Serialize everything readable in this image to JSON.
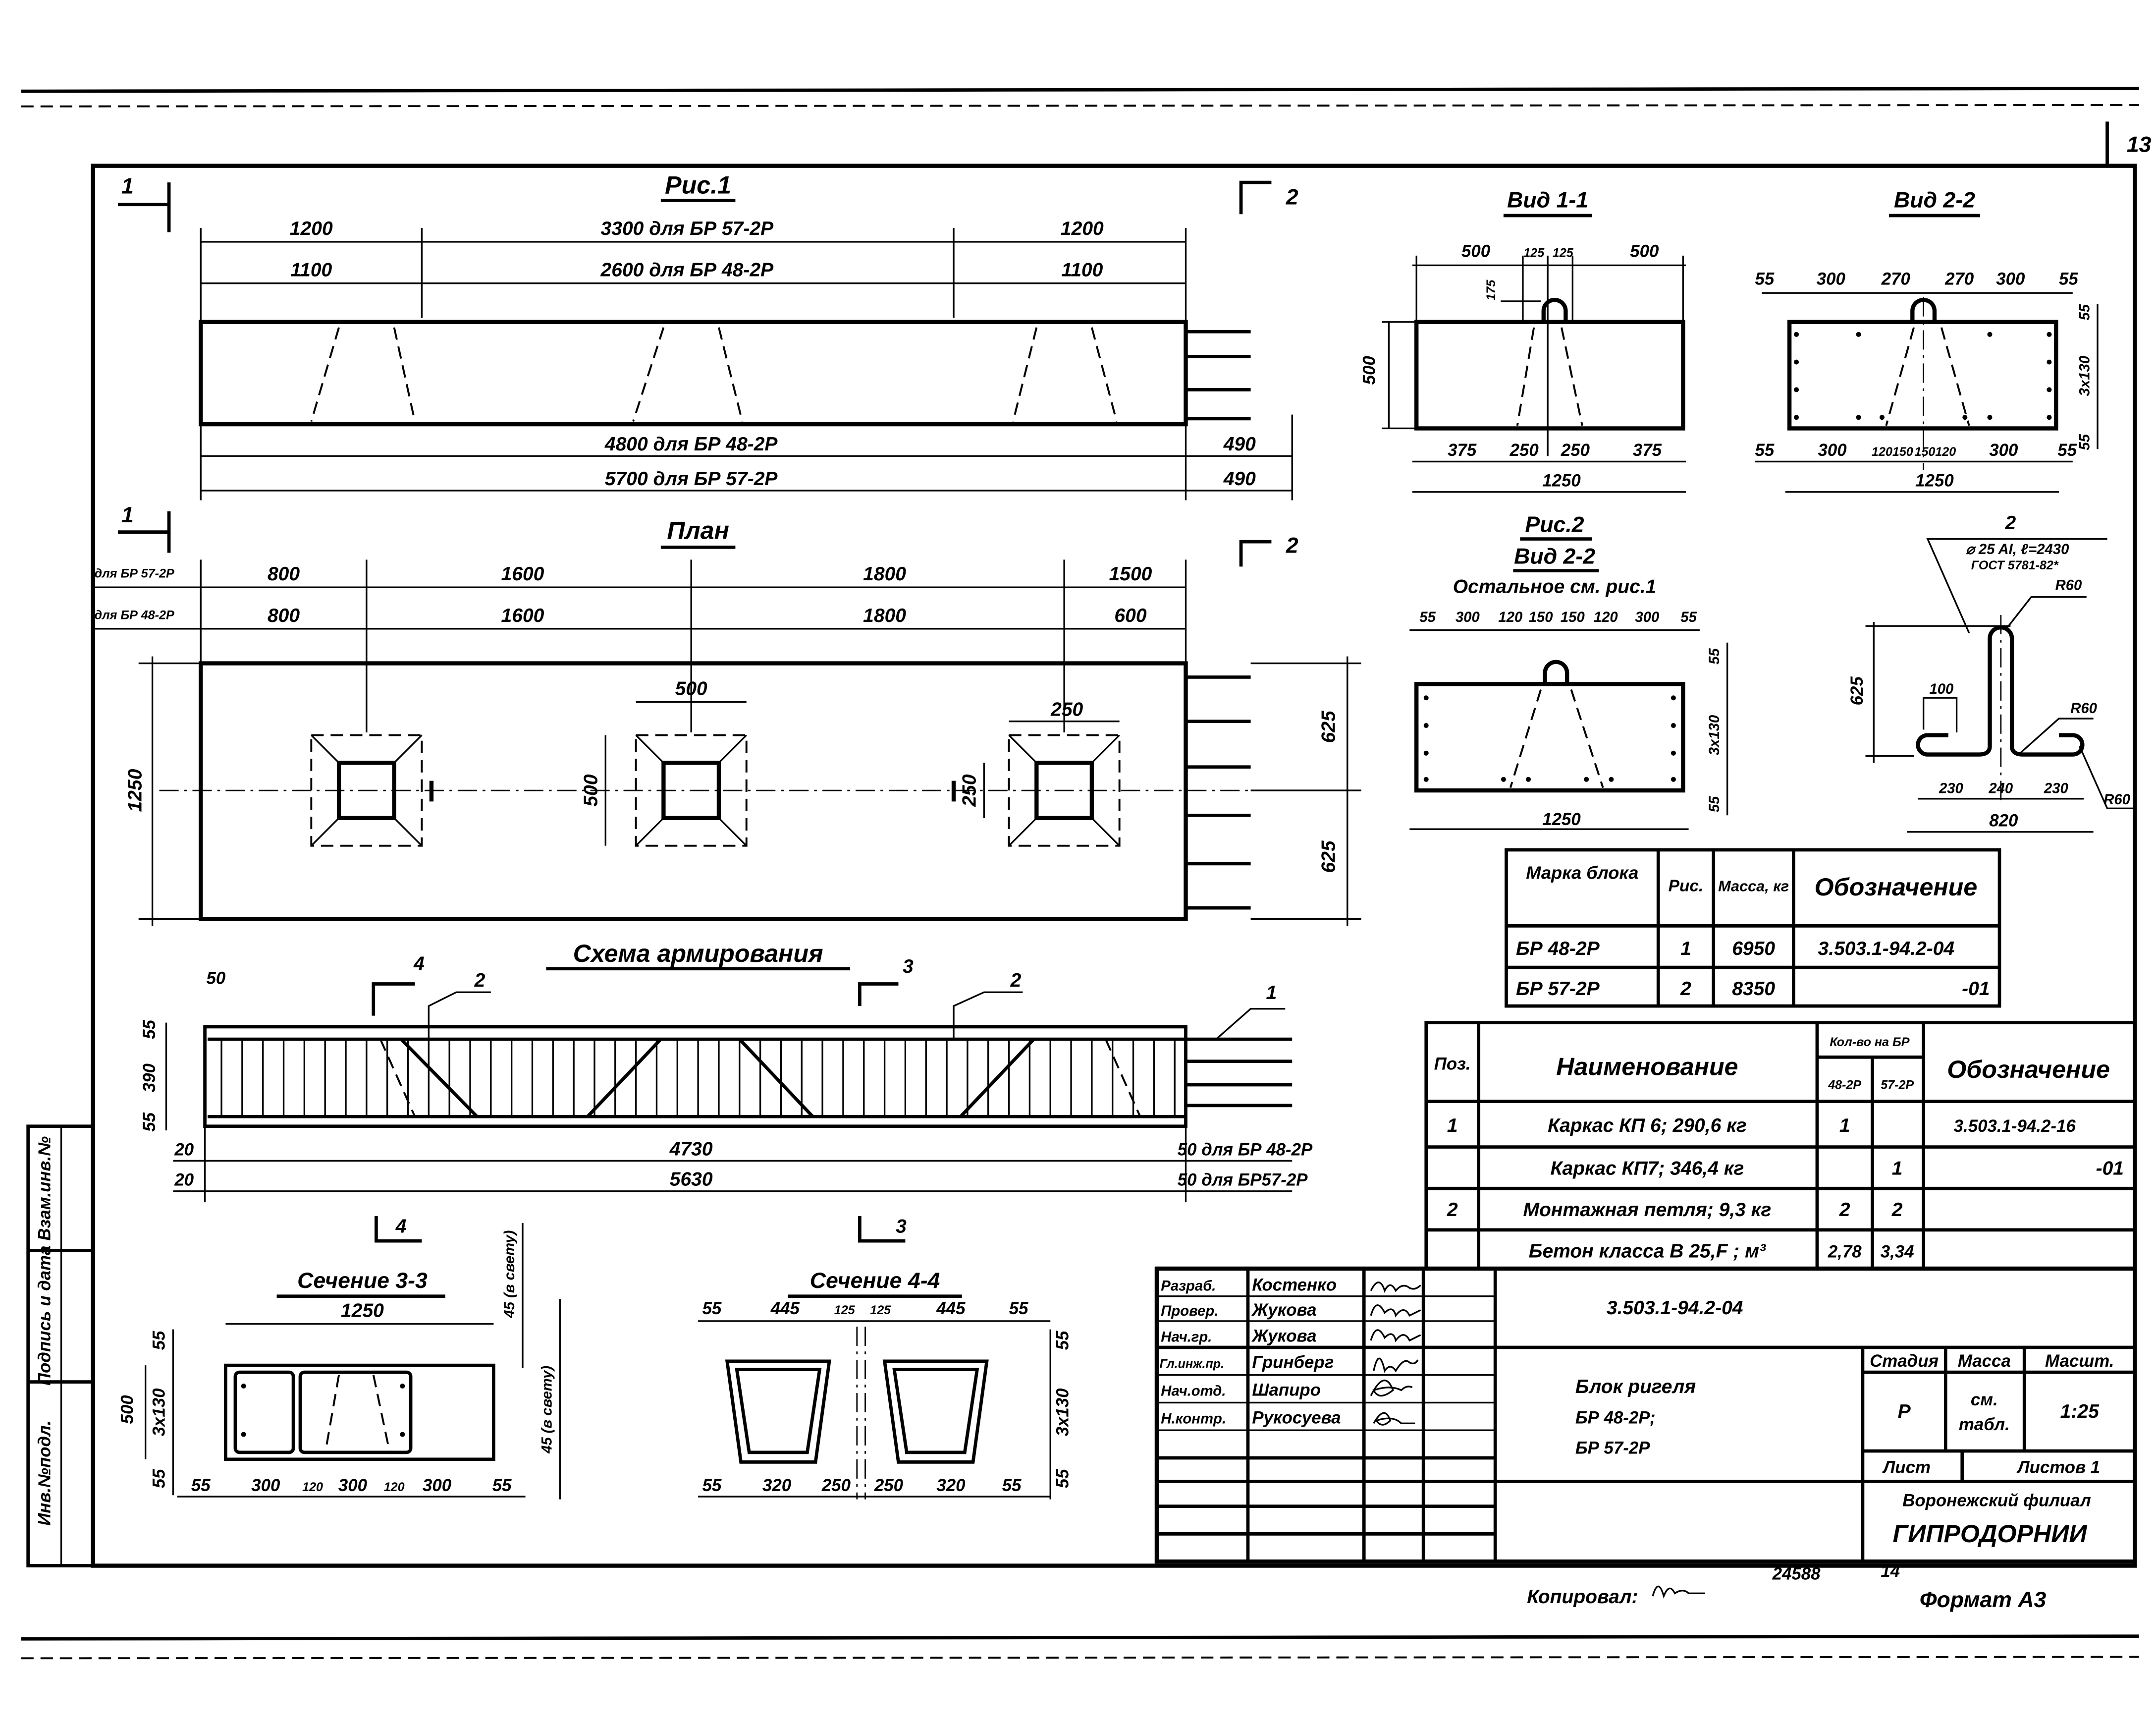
{
  "sheet_number": "13",
  "side_stamp": {
    "vzam": "Взам.инв.№",
    "podpis": "Подпись и дата",
    "inv_podl": "Инв.№подл."
  },
  "fig1": {
    "title": "Рис.1",
    "dims_57": [
      "1200",
      "3300 для БР 57-2Р",
      "1200"
    ],
    "dims_48": [
      "1100",
      "2600 для БР 48-2Р",
      "1100"
    ],
    "len_48": "4800 для БР 48-2Р",
    "len_57": "5700 для БР 57-2Р",
    "outlet": "490",
    "section_1": "1",
    "section_2": "2"
  },
  "plan": {
    "title": "План",
    "row57_label": "для БР 57-2Р",
    "row57": [
      "800",
      "1600",
      "1800",
      "1500"
    ],
    "row48_label": "для БР 48-2Р",
    "row48": [
      "800",
      "1600",
      "1800",
      "600"
    ],
    "width": "1250",
    "half": "625",
    "socket": "500",
    "socket_small": "250"
  },
  "reinf": {
    "title": "Схема армирования",
    "left_dims": [
      "55",
      "390",
      "55"
    ],
    "top_offset": "50",
    "marks": {
      "s4": "4",
      "s3": "3",
      "p2": "2",
      "p1": "1"
    },
    "row48": [
      "20",
      "4730",
      "50 для БР 48-2Р"
    ],
    "row57": [
      "20",
      "5630",
      "50 для БР57-2Р"
    ]
  },
  "sec33": {
    "title": "Сечение 3-3",
    "width": "1250",
    "height": "500",
    "left_dims": [
      "55",
      "3х130",
      "55"
    ],
    "bottom": [
      "55",
      "300",
      "120",
      "300",
      "120",
      "300",
      "55"
    ],
    "clear_top": "45 (в свету)",
    "clear_bottom": "45 (в свету)"
  },
  "sec44": {
    "title": "Сечение 4-4",
    "top": [
      "55",
      "445",
      "125",
      "125",
      "445",
      "55"
    ],
    "bottom": [
      "55",
      "320",
      "250",
      "250",
      "320",
      "55"
    ],
    "right_dims": [
      "55",
      "3х130",
      "55"
    ]
  },
  "view11": {
    "title": "Вид 1-1",
    "top": [
      "500",
      "125",
      "125",
      "500"
    ],
    "loop_h": "175",
    "height": "500",
    "bottom": [
      "375",
      "250",
      "250",
      "375"
    ],
    "width": "1250"
  },
  "view22": {
    "title": "Вид 2-2",
    "top": [
      "55",
      "300",
      "270",
      "270",
      "300",
      "55"
    ],
    "right": [
      "55",
      "3х130",
      "55"
    ],
    "bottom": [
      "55",
      "300",
      "120",
      "150",
      "150",
      "120",
      "300",
      "55"
    ],
    "width": "1250"
  },
  "fig2": {
    "title": "Рис.2",
    "subtitle": "Вид 2-2",
    "note": "Остальное см. рис.1",
    "top": [
      "55",
      "300",
      "120",
      "150",
      "150",
      "120",
      "300",
      "55"
    ],
    "right": [
      "55",
      "3х130",
      "55"
    ],
    "width": "1250"
  },
  "loop": {
    "pos": "2",
    "spec1": "⌀ 25 AI, ℓ=2430",
    "spec2": "ГОСТ 5781-82*",
    "r1": "R60",
    "r2": "R60",
    "r3": "R60",
    "height": "625",
    "gap": "100",
    "bottom": [
      "230",
      "240",
      "230"
    ],
    "total": "820"
  },
  "block_table": {
    "headers": [
      "Марка блока",
      "Рис.",
      "Масса, кг",
      "Обозначение"
    ],
    "rows": [
      [
        "БР 48-2Р",
        "1",
        "6950",
        "3.503.1-94.2-04"
      ],
      [
        "БР 57-2Р",
        "2",
        "8350",
        "-01"
      ]
    ]
  },
  "spec_table": {
    "headers": {
      "pos": "Поз.",
      "name": "Наименование",
      "qty": "Кол-во на БР",
      "q48": "48-2Р",
      "q57": "57-2Р",
      "code": "Обозначение"
    },
    "rows": [
      [
        "1",
        "Каркас КП 6; 290,6 кг",
        "1",
        "",
        "3.503.1-94.2-16"
      ],
      [
        "",
        "Каркас КП7; 346,4 кг",
        "",
        "1",
        "-01"
      ],
      [
        "2",
        "Монтажная петля; 9,3 кг",
        "2",
        "2",
        ""
      ],
      [
        "",
        "Бетон класса В 25,F ; м³",
        "2,78",
        "3,34",
        ""
      ]
    ]
  },
  "title_block": {
    "staff": [
      [
        "Разраб.",
        "Костенко"
      ],
      [
        "Провер.",
        "Жукова"
      ],
      [
        "Нач.гр.",
        "Жукова"
      ],
      [
        "Гл.инж.пр.",
        "Гринберг"
      ],
      [
        "Нач.отд.",
        "Шапиро"
      ],
      [
        "Н.контр.",
        "Рукосуева"
      ]
    ],
    "code": "3.503.1-94.2-04",
    "name": [
      "Блок ригеля",
      "БР 48-2Р;",
      "БР 57-2Р"
    ],
    "stage_label": "Стадия",
    "mass_label": "Масса",
    "scale_label": "Масшт.",
    "stage": "Р",
    "mass": [
      "см.",
      "табл."
    ],
    "scale": "1:25",
    "sheet_label": "Лист",
    "sheets_label": "Листов 1",
    "org1": "Воронежский филиал",
    "org2": "ГИПРОДОРНИИ"
  },
  "footer": {
    "copied": "Копировал:",
    "number": "24588",
    "page": "14",
    "format": "Формат А3"
  }
}
